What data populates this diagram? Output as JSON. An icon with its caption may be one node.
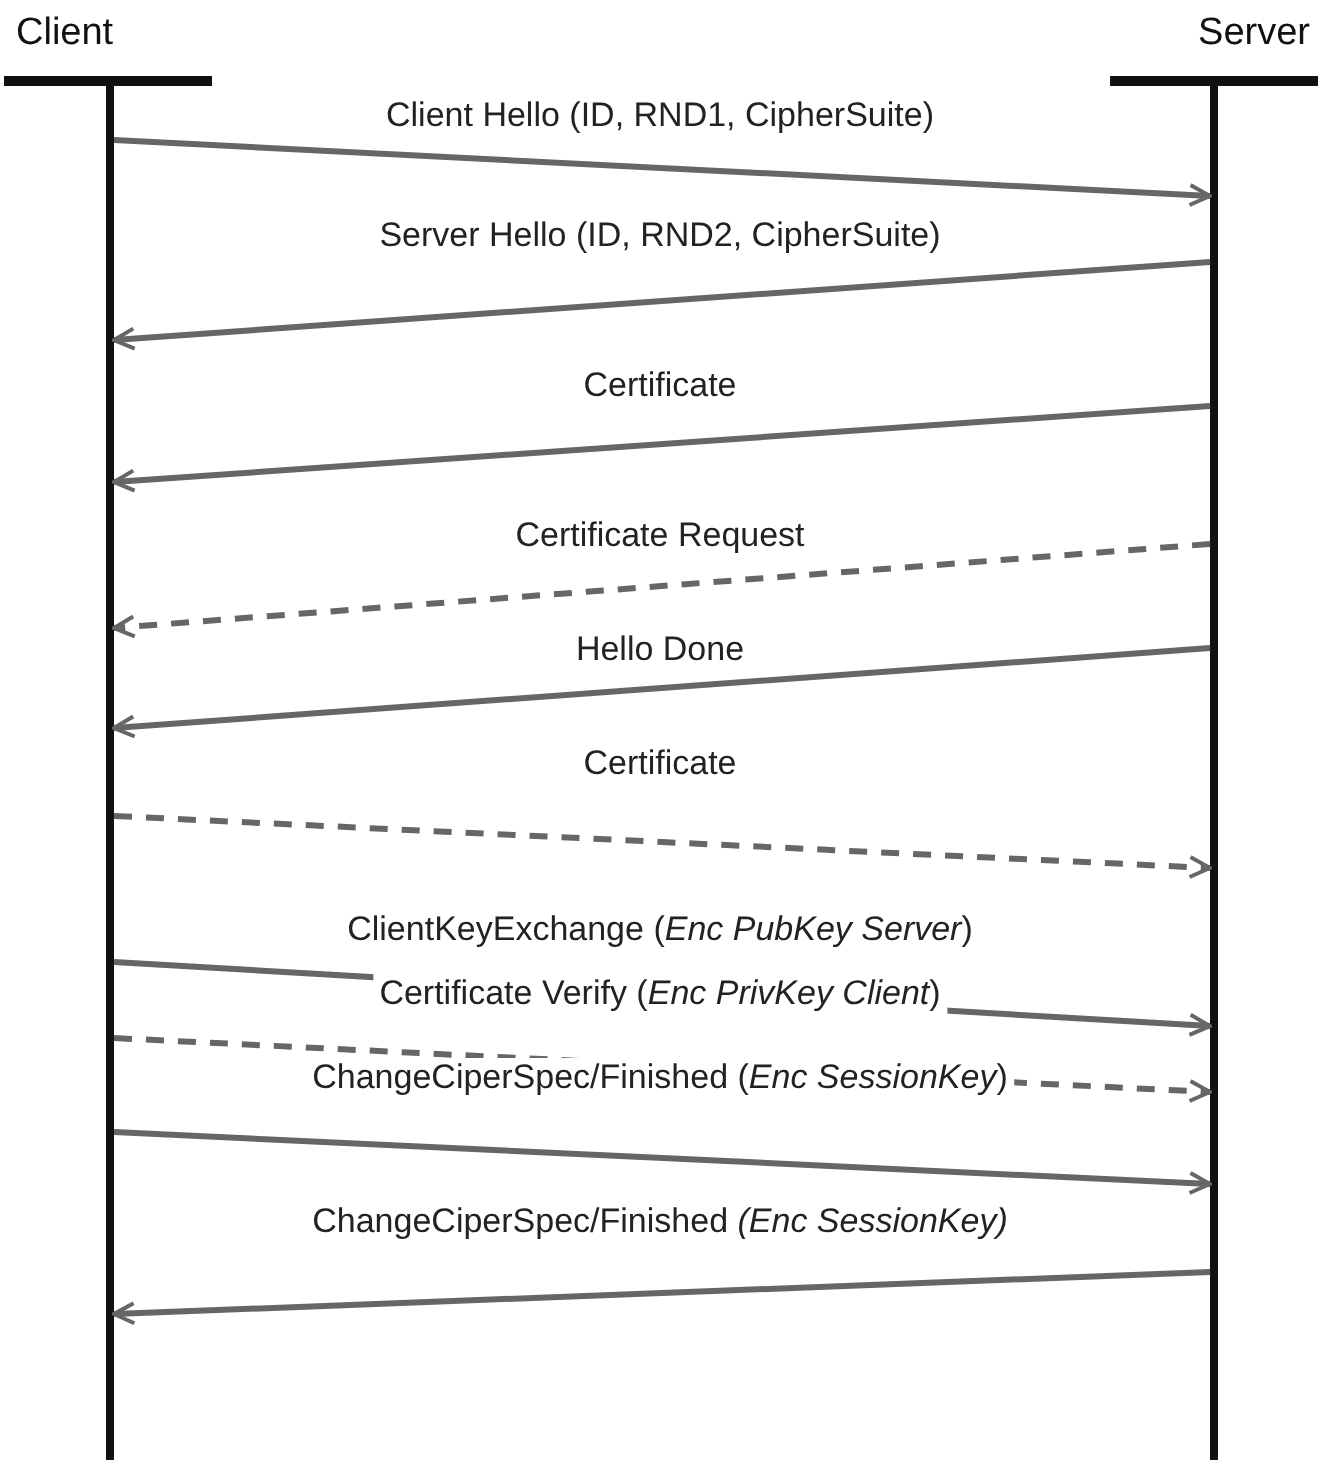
{
  "diagram": {
    "nodes": [
      {
        "text": [
          "Client"
        ]
      },
      {
        "text": [
          "Server"
        ]
      }
    ],
    "edges": [
      {
        "from": 0,
        "to": 1,
        "arrow": "to",
        "label": "Client Hello (ID, RND1, CipherSuite)"
      },
      {
        "from": 1,
        "to": 0,
        "arrow": "to",
        "label": "Server Hello (ID, RND2, CipherSuite)"
      },
      {
        "from": 1,
        "to": 0,
        "arrow": "to",
        "label": "Certificate"
      },
      {
        "from": 1,
        "to": 0,
        "arrow": "to",
        "label": "Certificate Request",
        "style": "dashed"
      },
      {
        "from": 1,
        "to": 0,
        "arrow": "to",
        "label": "Hello Done"
      },
      {
        "from": 0,
        "to": 1,
        "arrow": "to",
        "label": "Certificate",
        "style": "dashed"
      },
      {
        "from": 0,
        "to": 1,
        "arrow": "to",
        "label": "ClientKeyExchange (*Enc PubKey Server*)"
      },
      {
        "from": 0,
        "to": 1,
        "arrow": "to",
        "label": "Certificate Verify (*Enc PrivKey Client*)",
        "style": "dashed"
      },
      {
        "from": 0,
        "to": 1,
        "arrow": "to",
        "label": "ChangeCiperSpec/Finished (*Enc SessionKey*)"
      },
      {
        "from": 1,
        "to": 0,
        "arrow": "to",
        "label": "ChangeCiperSpec/Finished *(Enc SessionKey)*"
      }
    ]
  }
}
